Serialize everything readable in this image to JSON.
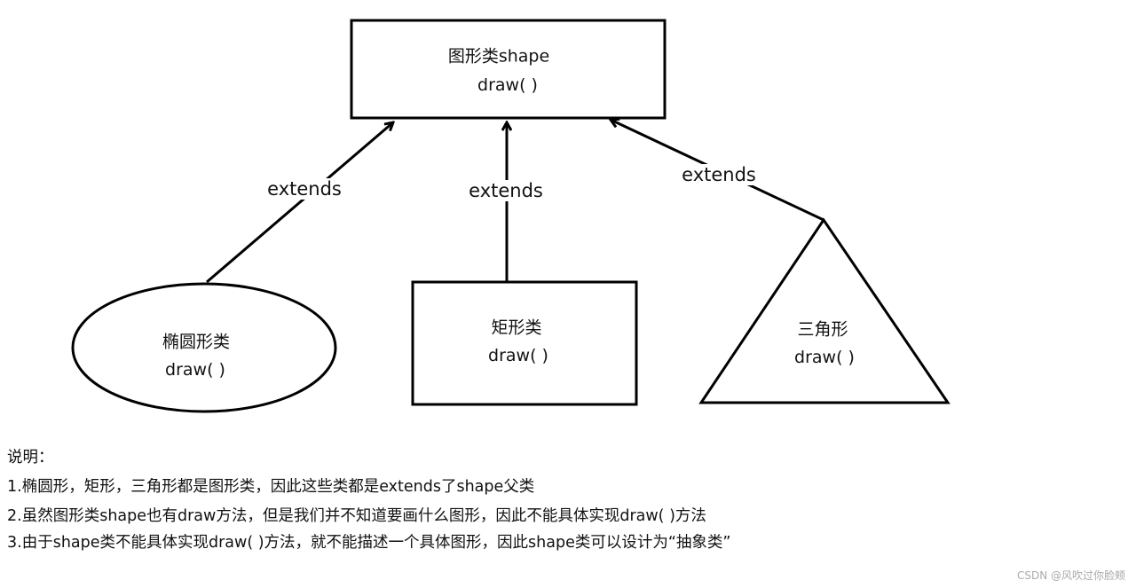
{
  "parent": {
    "title": "图形类shape",
    "method": "draw( )"
  },
  "children": [
    {
      "shape": "ellipse",
      "title": "椭圆形类",
      "method": "draw( )",
      "edge_label": "extends"
    },
    {
      "shape": "rectangle",
      "title": "矩形类",
      "method": "draw( )",
      "edge_label": "extends"
    },
    {
      "shape": "triangle",
      "title": "三角形",
      "method": "draw( )",
      "edge_label": "extends"
    }
  ],
  "notes": {
    "heading": "说明：",
    "lines": [
      "1.椭圆形，矩形，三角形都是图形类，因此这些类都是extends了shape父类",
      "2.虽然图形类shape也有draw方法，但是我们并不知道要画什么图形，因此不能具体实现draw( )方法",
      "3.由于shape类不能具体实现draw( )方法，就不能描述一个具体图形，因此shape类可以设计为“抽象类”"
    ]
  },
  "watermark": "CSDN @风吹过你脸颊"
}
